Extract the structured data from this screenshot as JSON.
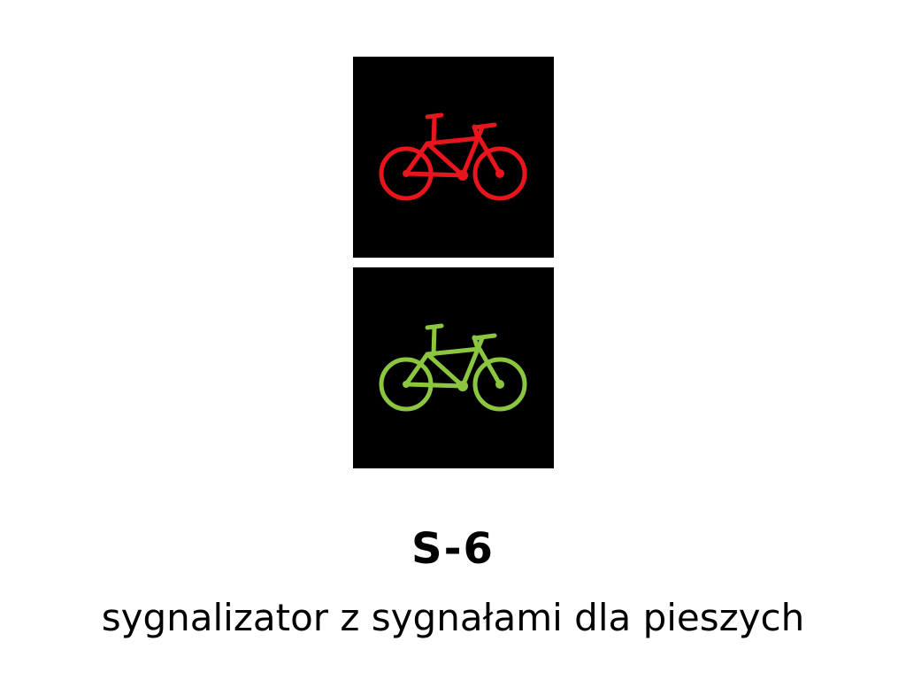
{
  "sign": {
    "code": "S-6",
    "description": "sygnalizator z sygnałami dla pieszych"
  },
  "signals": [
    {
      "position": "top",
      "icon": "bicycle-icon",
      "color": "#e8161c",
      "background": "#000000"
    },
    {
      "position": "bottom",
      "icon": "bicycle-icon",
      "color": "#8cc63f",
      "background": "#000000"
    }
  ]
}
